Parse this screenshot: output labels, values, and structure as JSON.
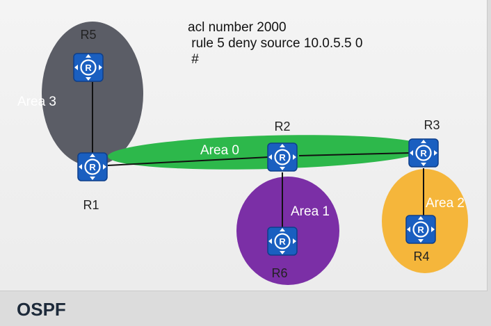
{
  "acl": {
    "line1": "acl number 2000",
    "line2": " rule 5 deny source 10.0.5.5 0",
    "line3": " #"
  },
  "caption": "OSPF",
  "areas": {
    "area0": {
      "label": "Area 0",
      "color": "#2db84b"
    },
    "area1": {
      "label": "Area 1",
      "color": "#7b2fa6"
    },
    "area2": {
      "label": "Area 2",
      "color": "#f5b63b"
    },
    "area3": {
      "label": "Area 3",
      "color": "#5b5d66"
    }
  },
  "routers": {
    "r1": {
      "label": "R1",
      "icon": "router-icon"
    },
    "r2": {
      "label": "R2",
      "icon": "router-icon"
    },
    "r3": {
      "label": "R3",
      "icon": "router-icon"
    },
    "r4": {
      "label": "R4",
      "icon": "router-icon"
    },
    "r5": {
      "label": "R5",
      "icon": "router-icon"
    },
    "r6": {
      "label": "R6",
      "icon": "router-icon"
    }
  },
  "colors": {
    "router_fill": "#1a5fc0",
    "router_border": "#0e3f8a",
    "link": "#111111"
  }
}
